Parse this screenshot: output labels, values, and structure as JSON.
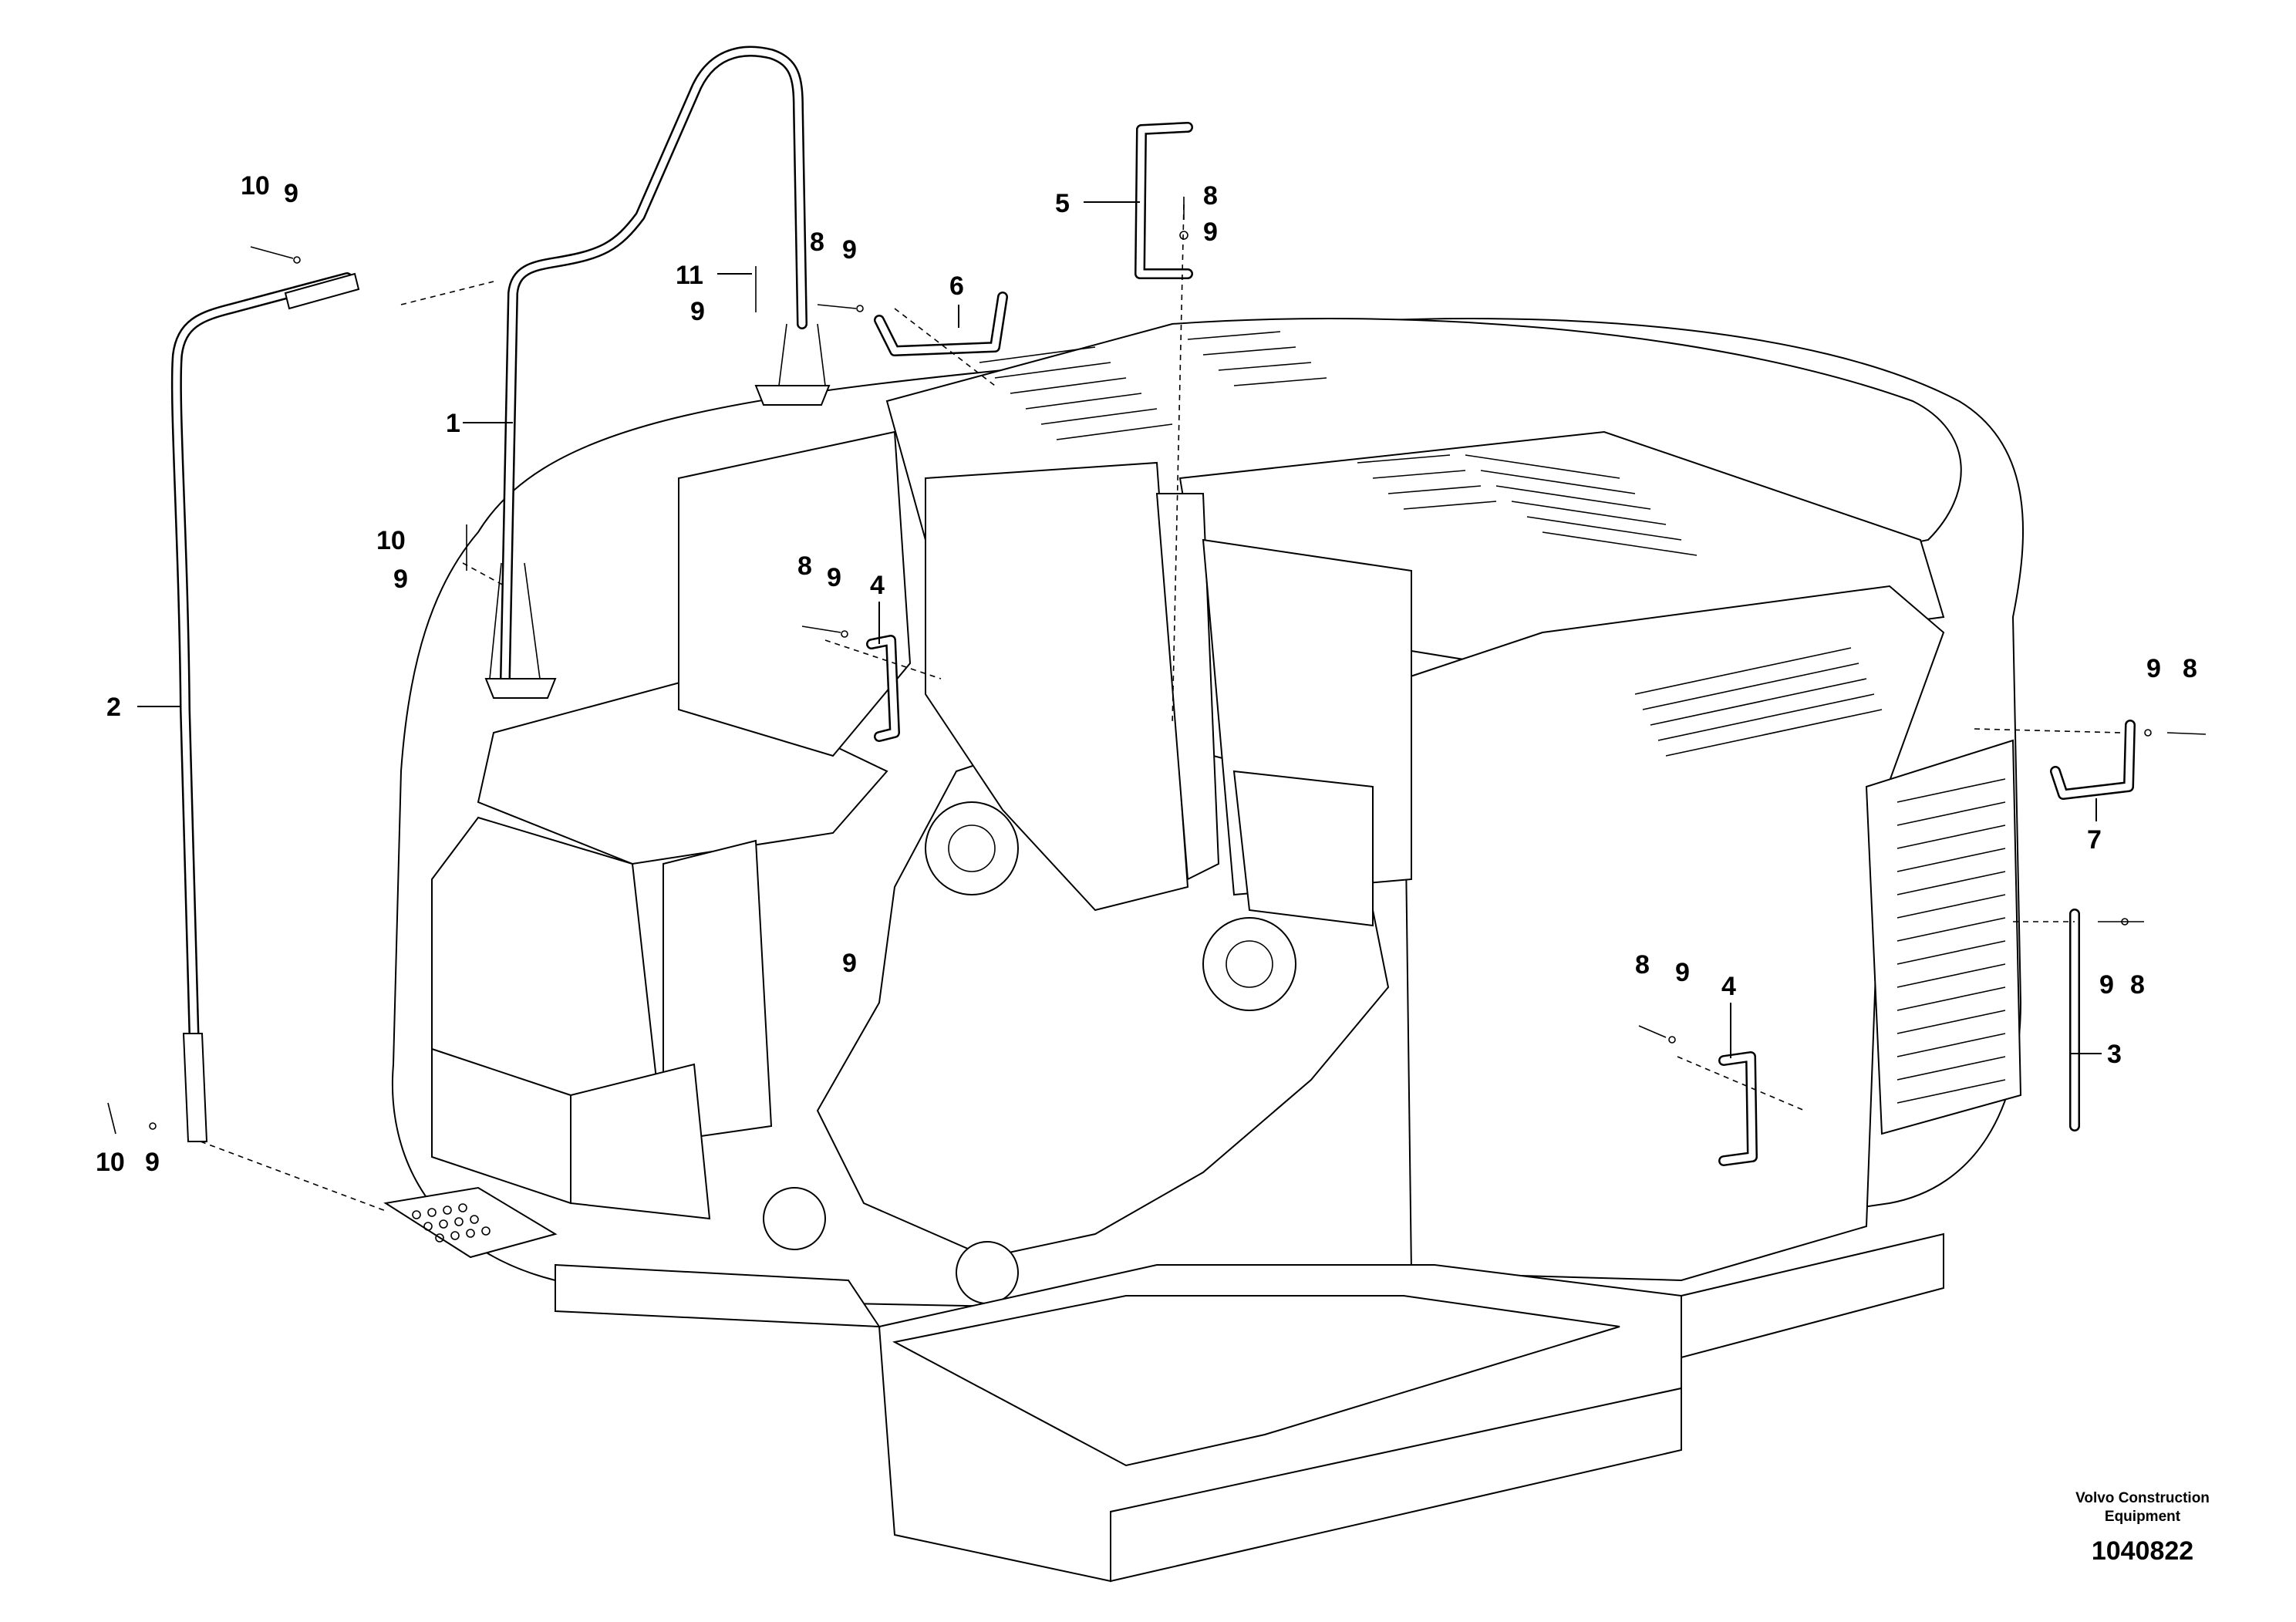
{
  "diagram": {
    "callouts": {
      "c1": "1",
      "c2": "2",
      "c3": "3",
      "c4a": "4",
      "c4b": "4",
      "c5": "5",
      "c6": "6",
      "c7": "7",
      "c8a": "8",
      "c8b": "8",
      "c8c": "8",
      "c8d": "8",
      "c8e": "8",
      "c8f": "8",
      "c9a": "9",
      "c9b": "9",
      "c9c": "9",
      "c9d": "9",
      "c9e": "9",
      "c9f": "9",
      "c9g": "9",
      "c9h": "9",
      "c9i": "9",
      "c9j": "9",
      "c9k": "9",
      "c10a": "10",
      "c10b": "10",
      "c10c": "10",
      "c11": "11"
    },
    "credit_line1": "Volvo Construction",
    "credit_line2": "Equipment",
    "document_number": "1040822"
  }
}
